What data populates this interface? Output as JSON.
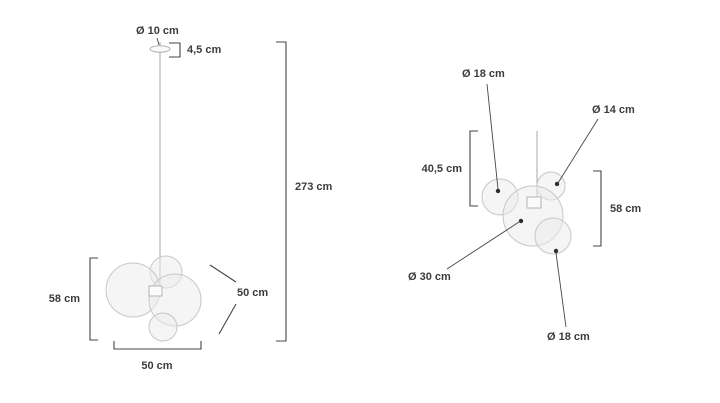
{
  "colors": {
    "background": "#ffffff",
    "dimension_line": "#454545",
    "bubble_stroke": "#c7c7c7",
    "text": "#3c3c3c"
  },
  "left_view": {
    "canopy_diameter_label": "Ø 10 cm",
    "canopy_height_label": "4,5 cm",
    "total_drop_label": "273 cm",
    "body_height_label": "58 cm",
    "body_depth_label": "50 cm",
    "body_width_label": "50 cm"
  },
  "detail_view": {
    "top_sphere_label": "Ø 18 cm",
    "small_sphere_label": "Ø 14 cm",
    "upper_section_label": "40,5 cm",
    "body_height_label": "58 cm",
    "large_sphere_label": "Ø 30 cm",
    "bottom_sphere_label": "Ø 18 cm"
  }
}
